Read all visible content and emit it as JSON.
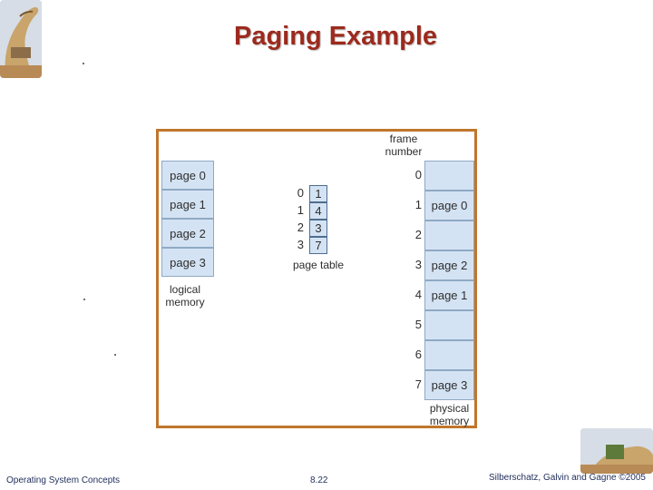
{
  "title": "Paging Example",
  "logical_memory": {
    "pages": [
      "page 0",
      "page 1",
      "page 2",
      "page 3"
    ],
    "label_line1": "logical",
    "label_line2": "memory"
  },
  "page_table": {
    "indices": [
      "0",
      "1",
      "2",
      "3"
    ],
    "frames": [
      "1",
      "4",
      "3",
      "7"
    ],
    "label": "page table"
  },
  "physical_memory": {
    "header_line1": "frame",
    "header_line2": "number",
    "frame_numbers": [
      "0",
      "1",
      "2",
      "3",
      "4",
      "5",
      "6",
      "7"
    ],
    "contents": [
      "",
      "page 0",
      "",
      "page 2",
      "page 1",
      "",
      "",
      "page 3"
    ],
    "label_line1": "physical",
    "label_line2": "memory"
  },
  "footer": {
    "left": "Operating System Concepts",
    "center": "8.22",
    "right": "Silberschatz, Galvin and Gagne ©2005"
  },
  "colors": {
    "title": "#9c2a1e",
    "frame_border": "#c0762b",
    "cell_fill": "#d4e3f3"
  }
}
